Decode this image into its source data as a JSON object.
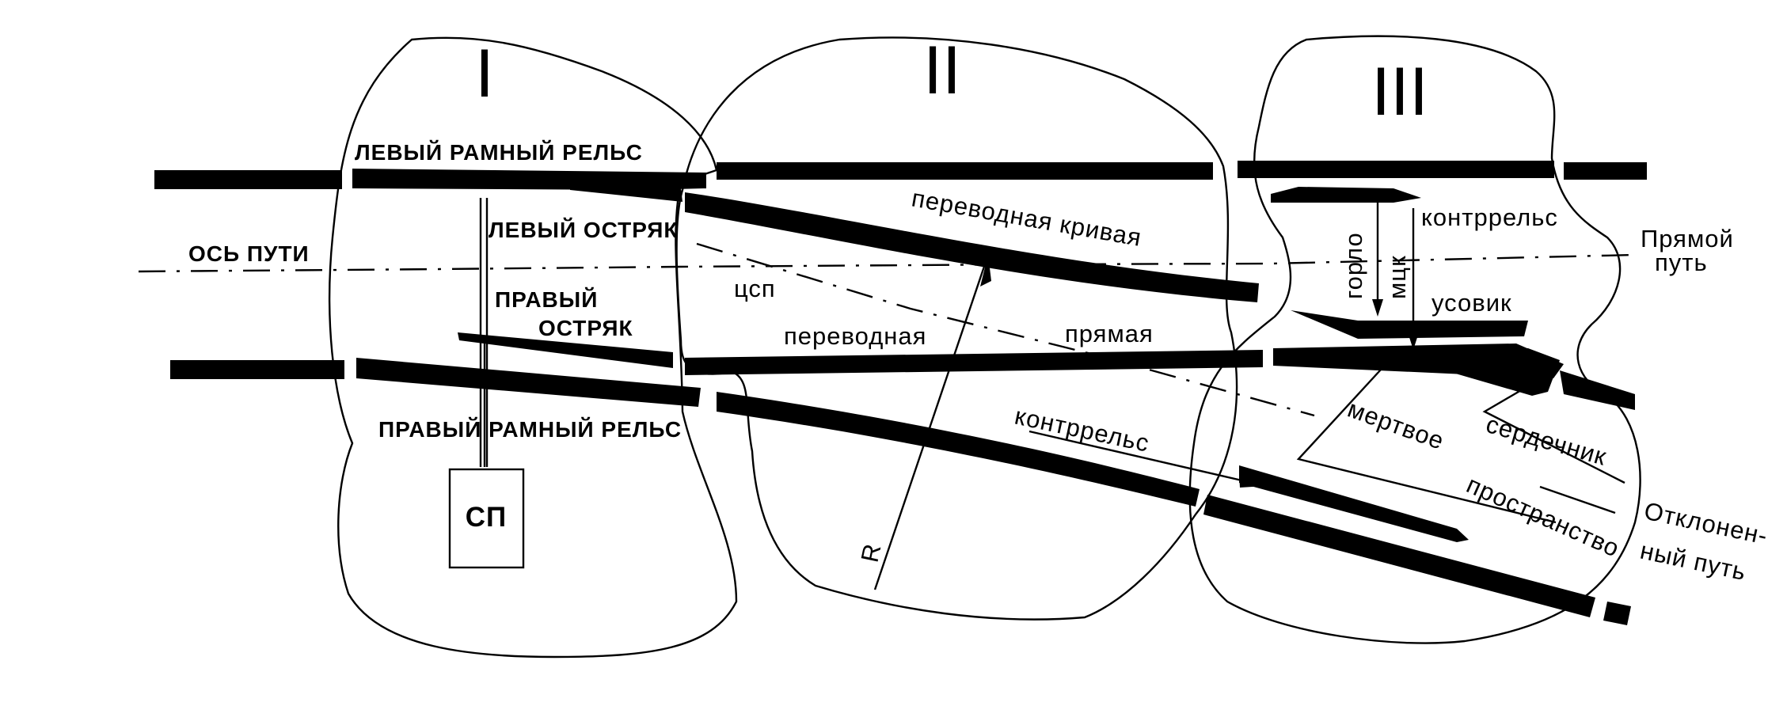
{
  "zones": {
    "zone1": "I",
    "zone2": "II",
    "zone3": "III"
  },
  "labels": {
    "left_stock_rail": "ЛЕВЫЙ РАМНЫЙ РЕЛЬС",
    "right_stock_rail": "ПРАВЫЙ РАМНЫЙ РЕЛЬС",
    "left_switch_blade": "ЛЕВЫЙ ОСТРЯК",
    "right_switch_blade_1": "ПРАВЫЙ",
    "right_switch_blade_2": "ОСТРЯК",
    "track_axis": "ОСЬ ПУТИ",
    "switch_center": "цсп",
    "transition_curve": "переводная кривая",
    "transition_straight_1": "переводная",
    "transition_straight_2": "прямая",
    "guard_rail_lower": "контррельс",
    "guard_rail_upper": "контррельс",
    "throat": "горло",
    "mck": "мцк",
    "wing_rail": "усовик",
    "frog": "сердечник",
    "dead_space_1": "мертвое",
    "dead_space_2": "пространство",
    "straight_track_1": "Прямой",
    "straight_track_2": "путь",
    "diverging_track_1": "Отклонен-",
    "diverging_track_2": "ный путь",
    "radius": "R",
    "switch_drive": "СП"
  }
}
